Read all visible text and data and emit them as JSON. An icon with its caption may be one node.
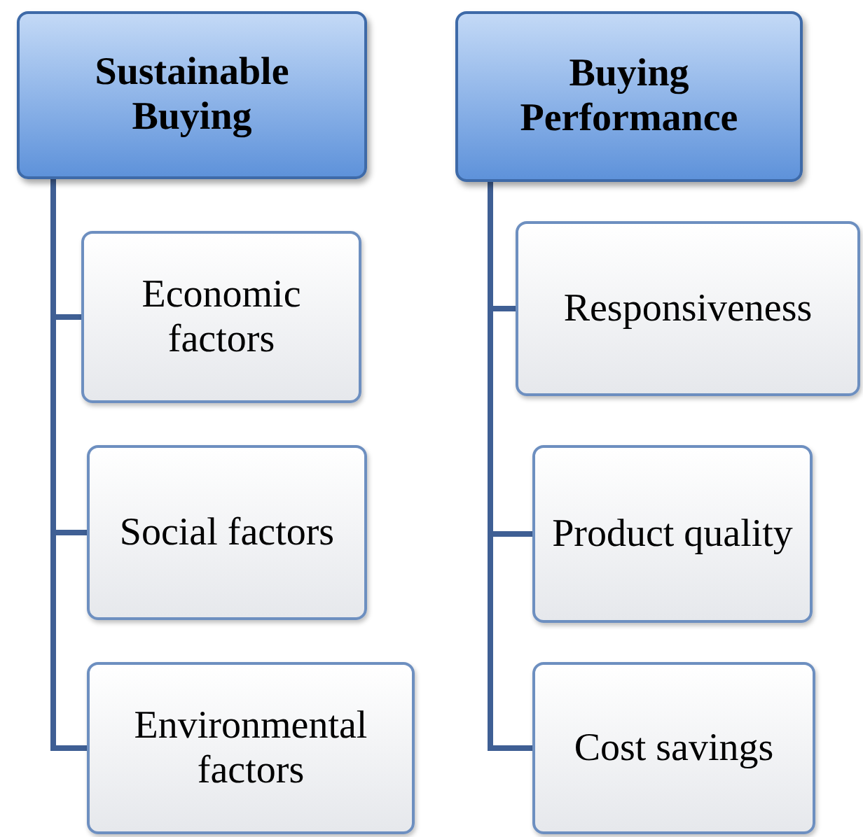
{
  "diagram": {
    "nodes": [
      {
        "text": [
          "Sustainable Buying"
        ]
      },
      {
        "text": [
          "Economic factors"
        ]
      },
      {
        "text": [
          "Social factors"
        ]
      },
      {
        "text": [
          "Environmental factors"
        ]
      },
      {
        "text": [
          "Buying Performance"
        ]
      },
      {
        "text": [
          "Responsiveness"
        ]
      },
      {
        "text": [
          "Product quality"
        ]
      },
      {
        "text": [
          "Cost savings"
        ]
      }
    ],
    "edges": [
      {
        "from": 0,
        "to": 1,
        "arrow": "none"
      },
      {
        "from": 0,
        "to": 2,
        "arrow": "none"
      },
      {
        "from": 0,
        "to": 3,
        "arrow": "none"
      },
      {
        "from": 4,
        "to": 5,
        "arrow": "none"
      },
      {
        "from": 4,
        "to": 6,
        "arrow": "none"
      },
      {
        "from": 4,
        "to": 7,
        "arrow": "none"
      }
    ]
  }
}
